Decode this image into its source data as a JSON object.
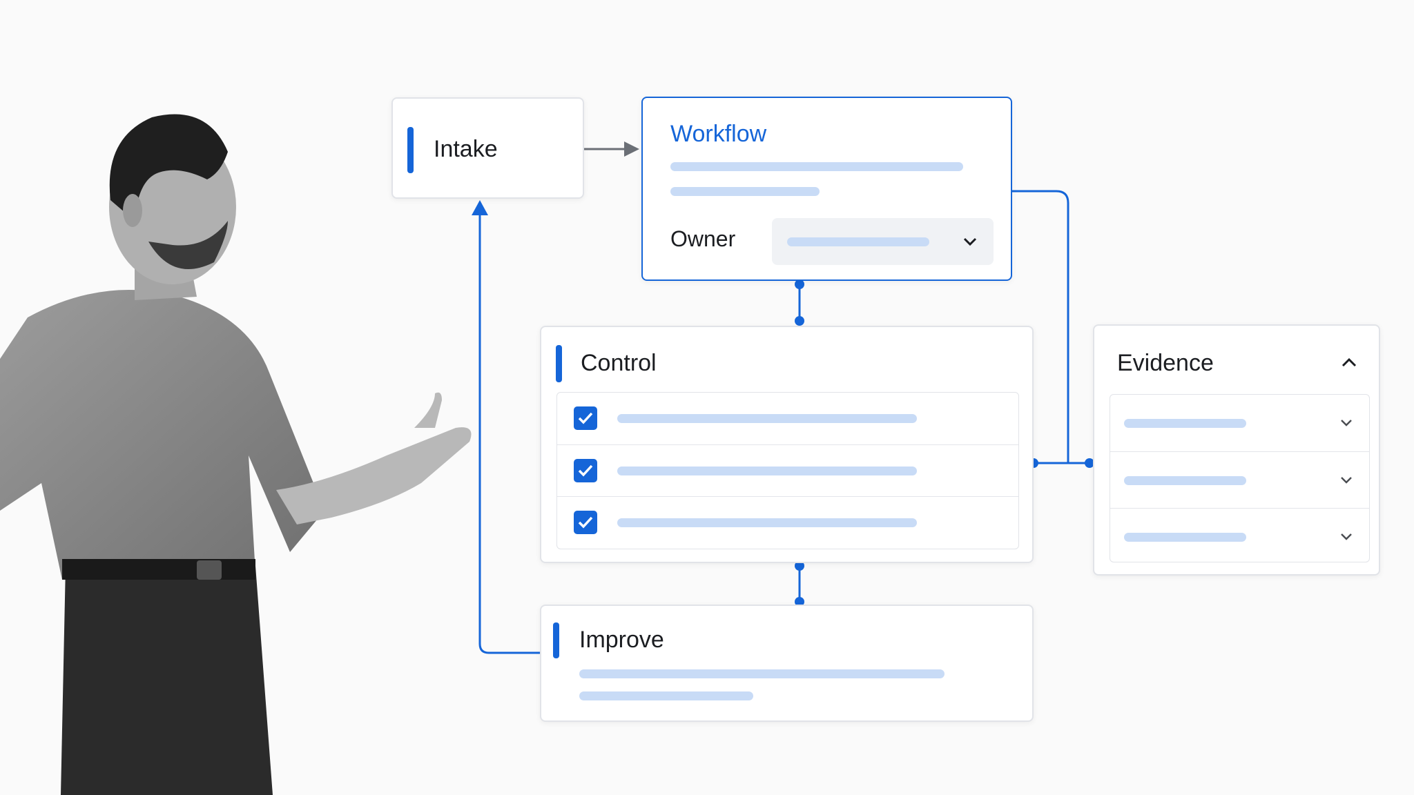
{
  "diagram": {
    "nodes": {
      "intake": {
        "label": "Intake"
      },
      "workflow": {
        "label": "Workflow",
        "owner_label": "Owner"
      },
      "control": {
        "label": "Control",
        "items_checked": [
          true,
          true,
          true
        ]
      },
      "evidence": {
        "label": "Evidence",
        "item_count": 3
      },
      "improve": {
        "label": "Improve"
      }
    },
    "edges": [
      {
        "from": "intake",
        "to": "workflow"
      },
      {
        "from": "workflow",
        "to": "control"
      },
      {
        "from": "workflow",
        "to": "evidence"
      },
      {
        "from": "control",
        "to": "evidence"
      },
      {
        "from": "control",
        "to": "improve"
      },
      {
        "from": "improve",
        "to": "intake"
      }
    ]
  },
  "colors": {
    "accent": "#1565d8",
    "placeholder_bar": "#c8dbf6",
    "border": "#e1e3e8"
  },
  "icons": [
    "chevron-down-icon",
    "chevron-up-icon",
    "checkmark-icon",
    "arrow-right-icon",
    "arrow-up-icon"
  ]
}
